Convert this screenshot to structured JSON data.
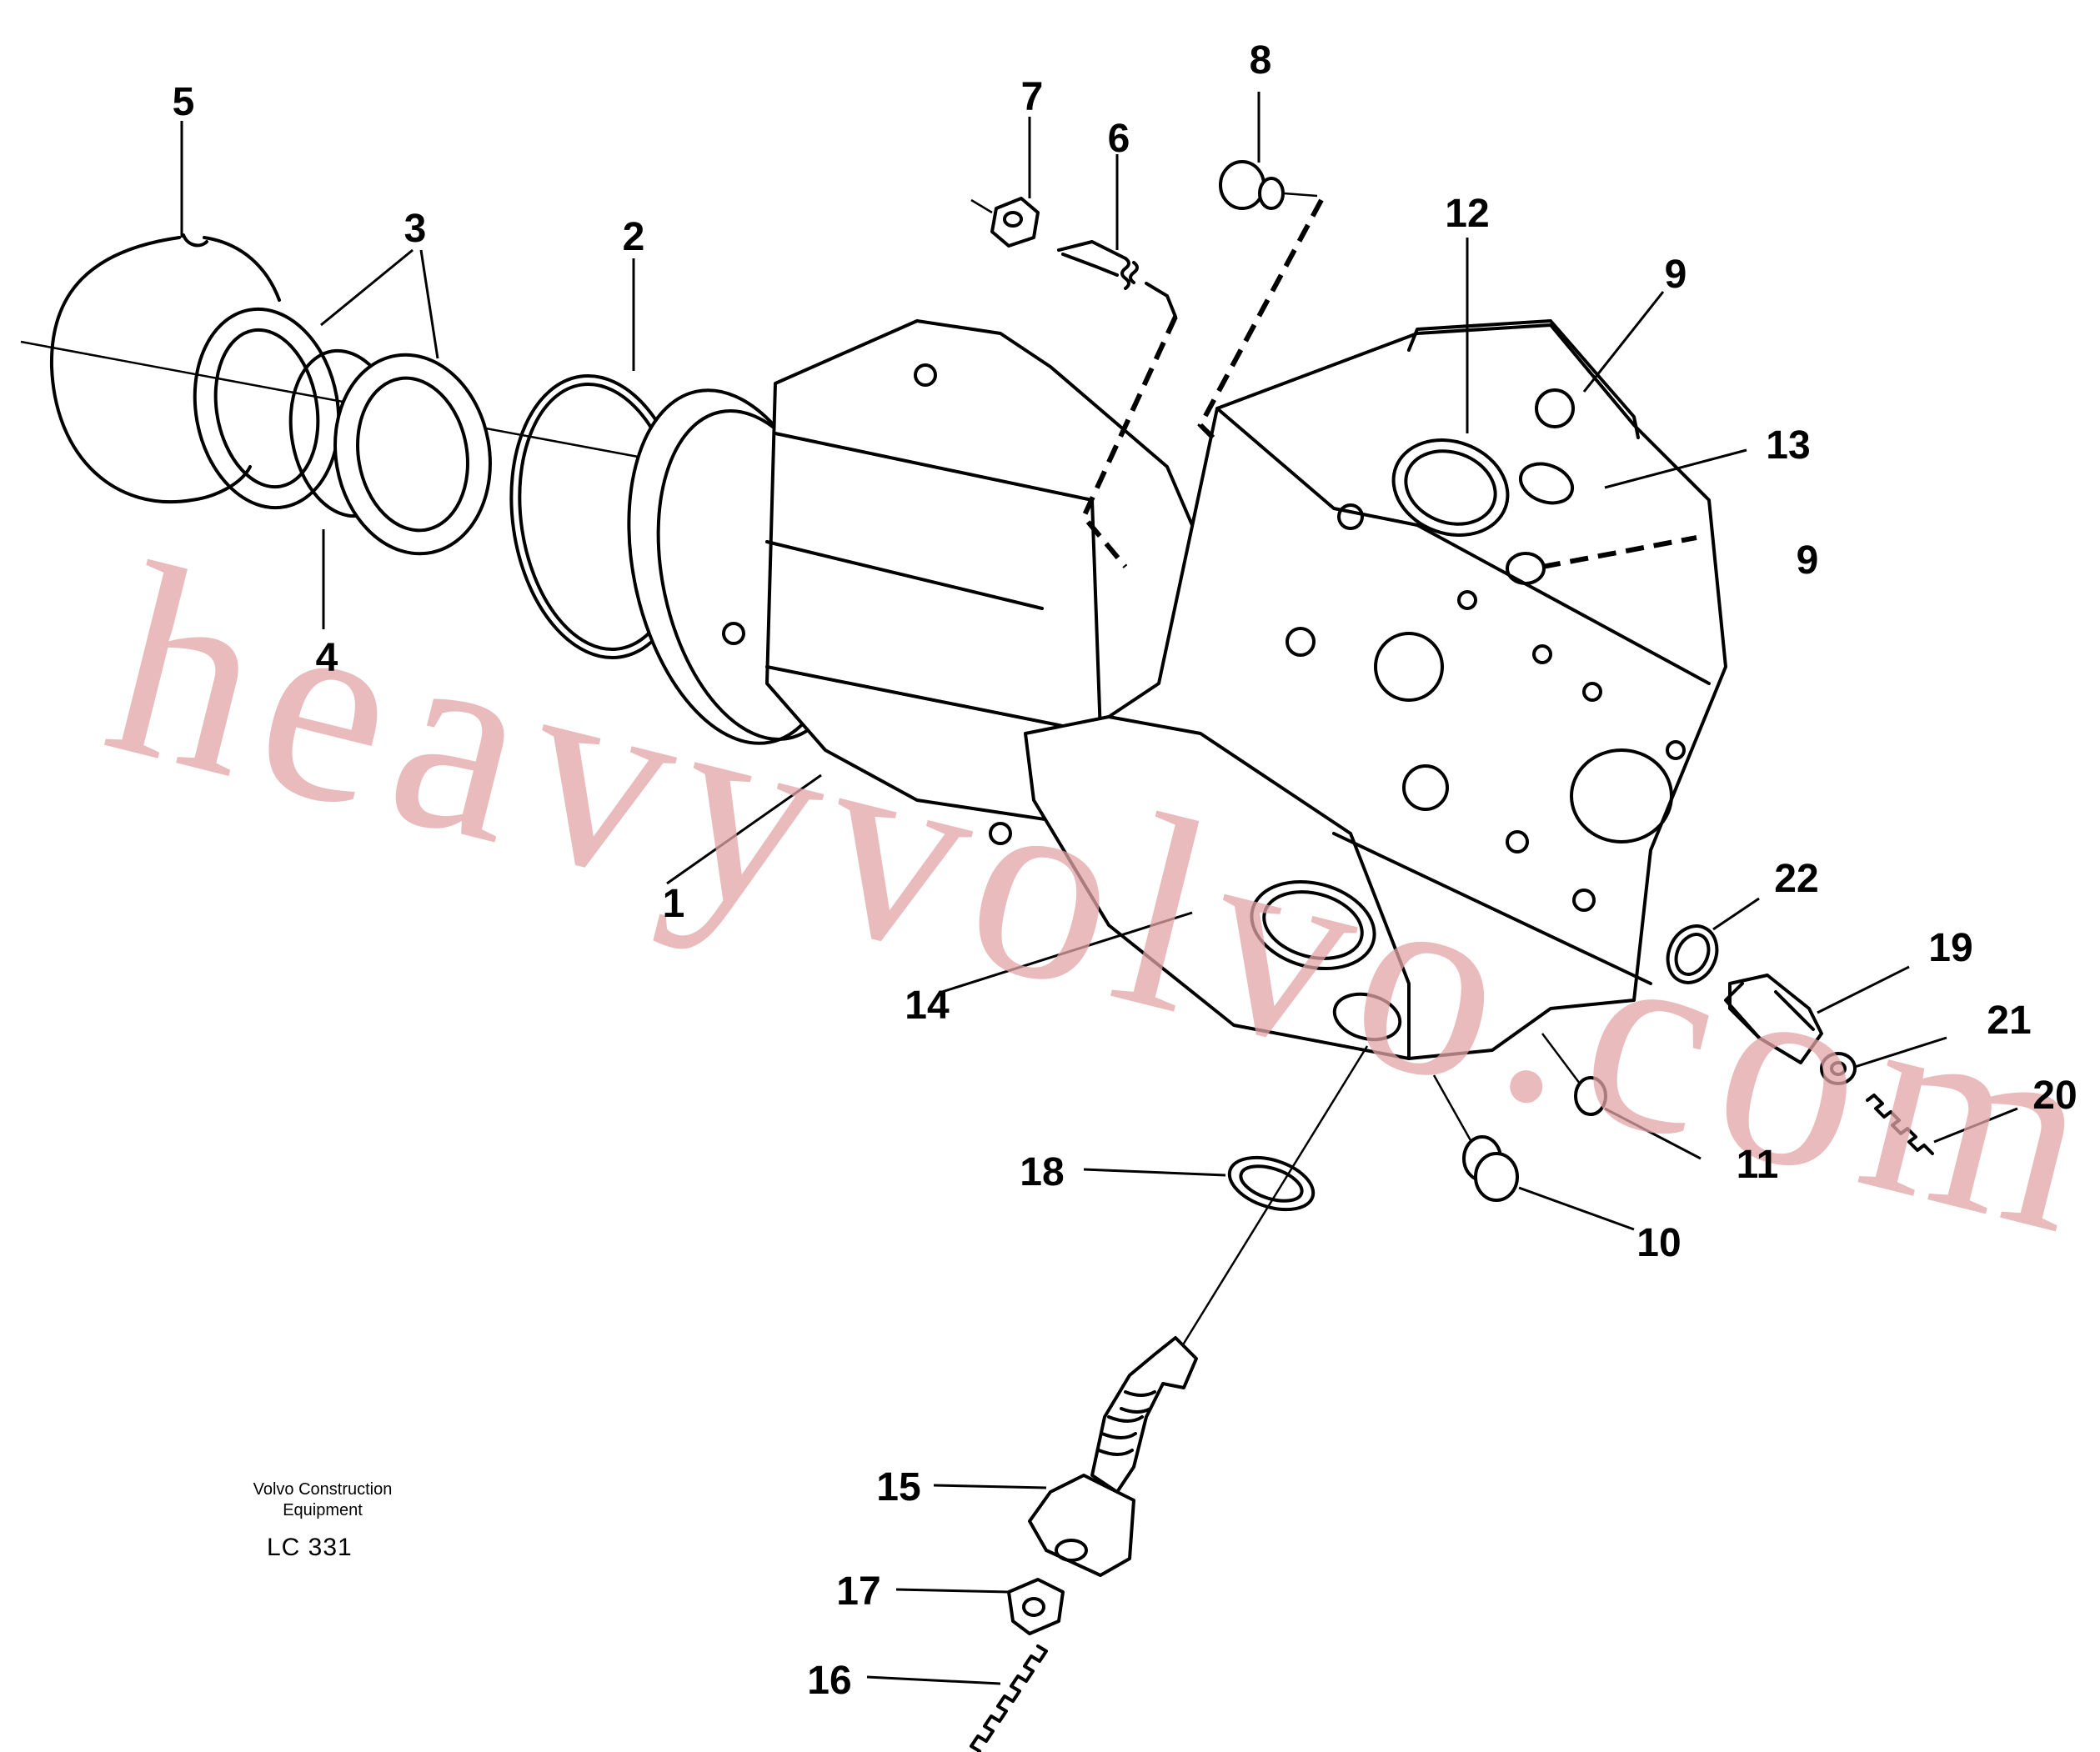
{
  "watermark": "heavyvolvo.com",
  "caption": {
    "line1": "Volvo Construction",
    "line2": "Equipment",
    "code": "LC 331"
  },
  "callouts": {
    "c1": "1",
    "c2": "2",
    "c3": "3",
    "c4": "4",
    "c5": "5",
    "c6": "6",
    "c7": "7",
    "c8": "8",
    "c9a": "9",
    "c9b": "9",
    "c10": "10",
    "c11": "11",
    "c12": "12",
    "c13": "13",
    "c14": "14",
    "c15": "15",
    "c16": "16",
    "c17": "17",
    "c18": "18",
    "c19": "19",
    "c20": "20",
    "c21": "21",
    "c22": "22"
  }
}
